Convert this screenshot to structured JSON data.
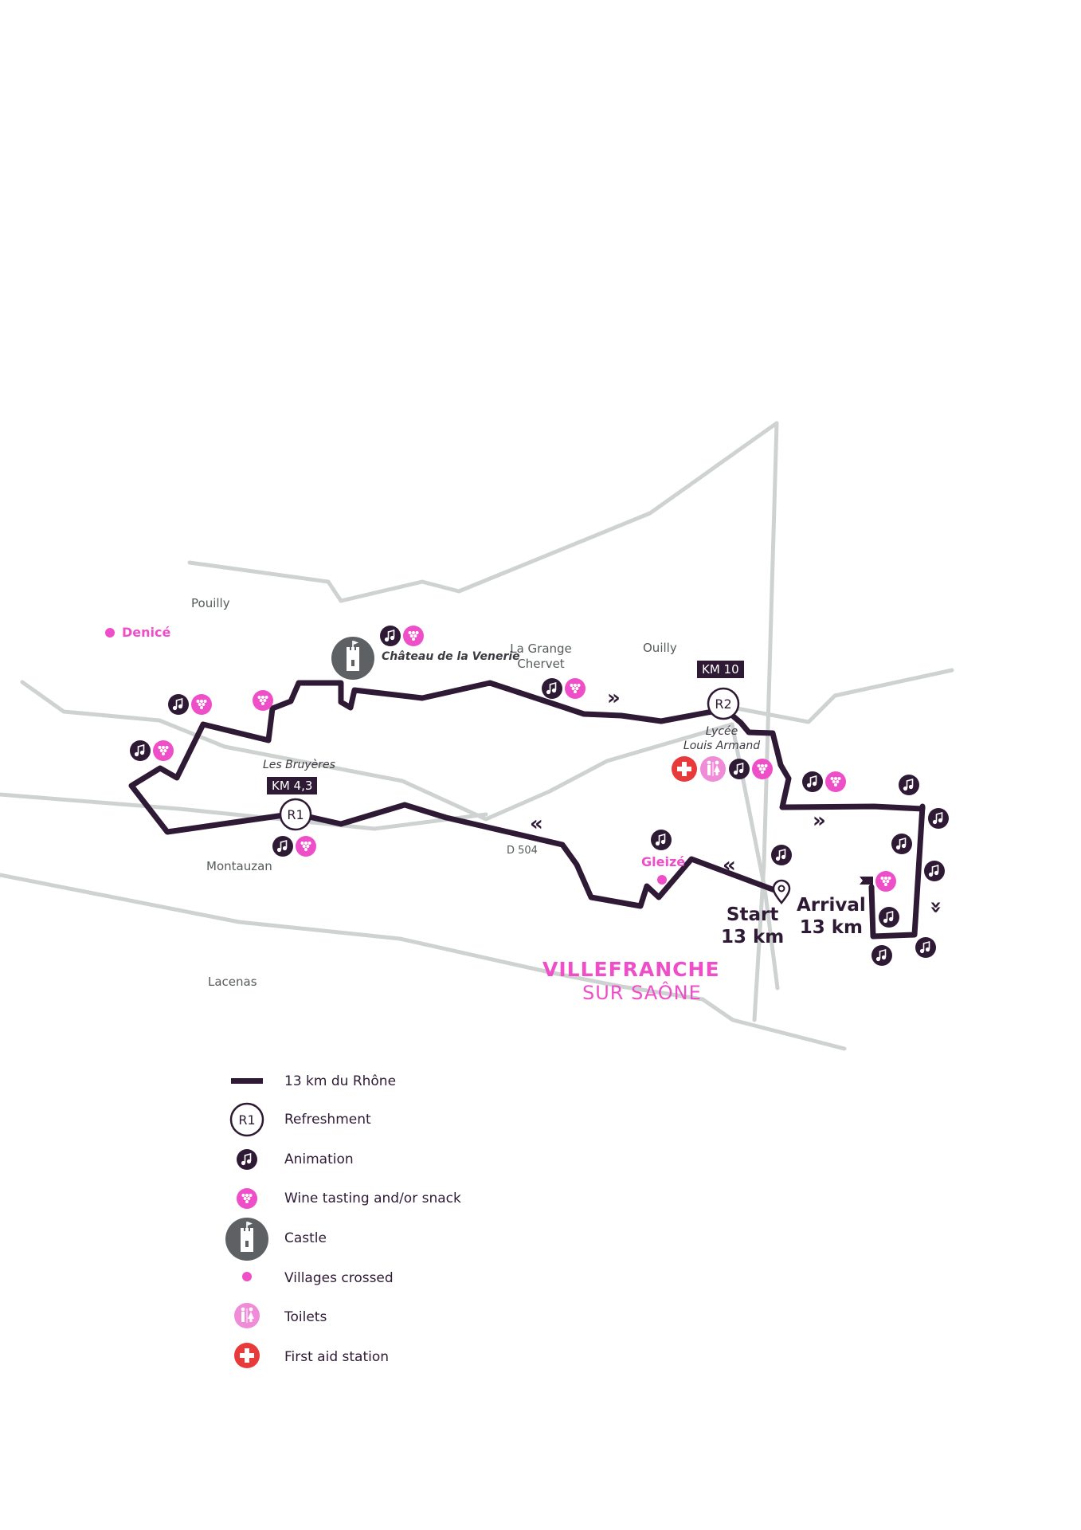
{
  "map": {
    "colors": {
      "route": "#2f1a35",
      "roads": "#ced3d2",
      "village": "#ee4fc9",
      "wine": "#ee4fc9",
      "castle": "#5e6163",
      "first_aid": "#e83a3a",
      "toilets": "#f08bd8",
      "text": "#555a5c"
    },
    "places": {
      "pouilly": "Pouilly",
      "la_grange_chervet": "La Grange\nChervet",
      "ouilly": "Ouilly",
      "montauzan": "Montauzan",
      "lacenas": "Lacenas"
    },
    "villages": {
      "denice": "Denicé",
      "gleize": "Gleizé"
    },
    "castle_name": "Château de la Venerie",
    "refreshments": {
      "r1": {
        "label": "R1",
        "km": "KM 4,3",
        "name": "Les Bruyères"
      },
      "r2": {
        "label": "R2",
        "km": "KM 10",
        "name": "Lycée\nLouis Armand"
      }
    },
    "road_label": "D 504",
    "start": "Start\n13 km",
    "arrival": "Arrival\n13 km",
    "town": {
      "line1": "VILLEFRANCHE",
      "line2": "SUR SAÔNE"
    },
    "direction_arrows": [
      "»",
      "»",
      "«",
      "«",
      "»"
    ]
  },
  "legend": [
    {
      "icon": "route-line",
      "label": "13 km du Rhône"
    },
    {
      "icon": "refreshment-icon",
      "symbol": "R1",
      "label": "Refreshment"
    },
    {
      "icon": "animation-icon",
      "label": "Animation"
    },
    {
      "icon": "wine-icon",
      "label": "Wine tasting and/or snack"
    },
    {
      "icon": "castle-icon",
      "label": "Castle"
    },
    {
      "icon": "village-dot",
      "label": "Villages crossed"
    },
    {
      "icon": "toilets-icon",
      "label": "Toilets"
    },
    {
      "icon": "first-aid-icon",
      "label": "First aid station"
    }
  ]
}
